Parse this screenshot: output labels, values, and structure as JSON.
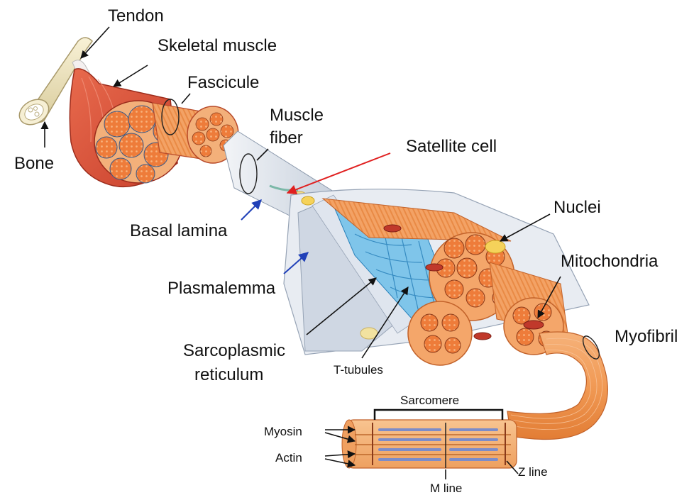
{
  "labels": {
    "tendon": "Tendon",
    "skeletal_muscle": "Skeletal muscle",
    "fascicule": "Fascicule",
    "muscle_fiber_line1": "Muscle",
    "muscle_fiber_line2": "fiber",
    "satellite_cell": "Satellite cell",
    "bone": "Bone",
    "nuclei": "Nuclei",
    "basal_lamina": "Basal lamina",
    "mitochondria": "Mitochondria",
    "plasmalemma": "Plasmalemma",
    "myofibril": "Myofibril",
    "sarcoplasmic_line1": "Sarcoplasmic",
    "sarcoplasmic_line2": "reticulum",
    "t_tubules": "T-tubules",
    "sarcomere": "Sarcomere",
    "myosin": "Myosin",
    "actin": "Actin",
    "z_line": "Z line",
    "m_line": "M line"
  },
  "colors": {
    "muscle_red": "#d9533b",
    "muscle_orange": "#ee8a3c",
    "fiber_tissue": "#f4a66a",
    "bone": "#efe6c4",
    "membrane": "#d9dee6",
    "reticulum": "#4aa9dd",
    "pointer_red": "#e02020",
    "pointer_blue": "#2040b8",
    "pointer_black": "#111111"
  }
}
